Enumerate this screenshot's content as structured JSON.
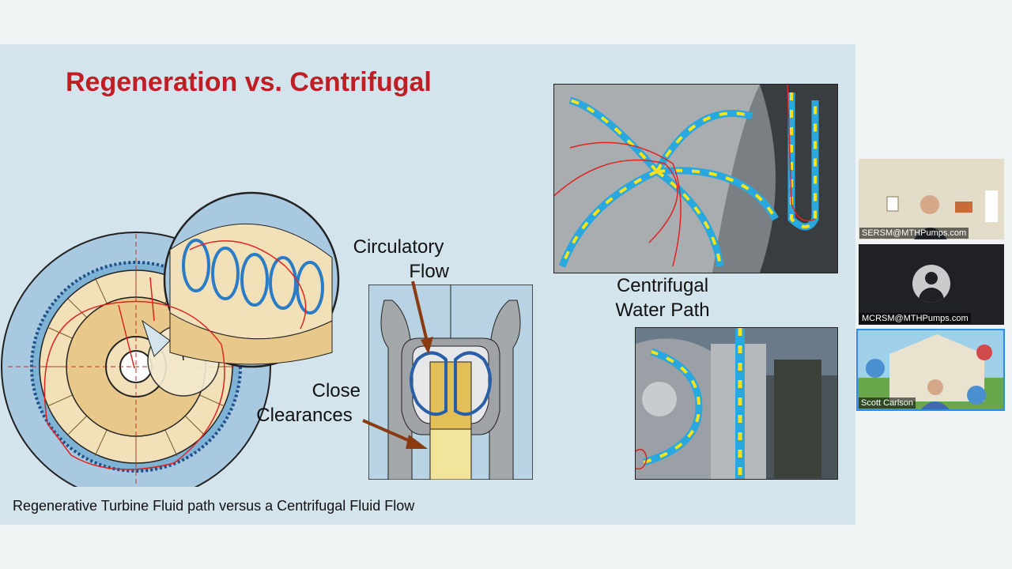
{
  "slide": {
    "title": "Regeneration vs. Centrifugal",
    "labels": {
      "circulatory_flow_line1": "Circulatory",
      "circulatory_flow_line2": "Flow",
      "close_clearances_line1": "Close",
      "close_clearances_line2": "Clearances",
      "centrifugal_path_line1": "Centrifugal",
      "centrifugal_path_line2": "Water Path"
    },
    "caption": "Regenerative Turbine Fluid path versus a Centrifugal Fluid Flow",
    "colors": {
      "title": "#bf1e24",
      "slide_background": "#d4e4ec",
      "flow_blue": "#29a8e0",
      "flow_arrow": "#f7e21b",
      "annotation_ink": "#e0231f",
      "impeller_tan": "#e9c98b"
    }
  },
  "participants": [
    {
      "name": "SERSM@MTHPumps.com",
      "video": "camera",
      "active_speaker": false
    },
    {
      "name": "MCRSM@MTHPumps.com",
      "video": "avatar-placeholder",
      "active_speaker": false
    },
    {
      "name": "Scott Carlson",
      "video": "camera",
      "active_speaker": true
    }
  ]
}
